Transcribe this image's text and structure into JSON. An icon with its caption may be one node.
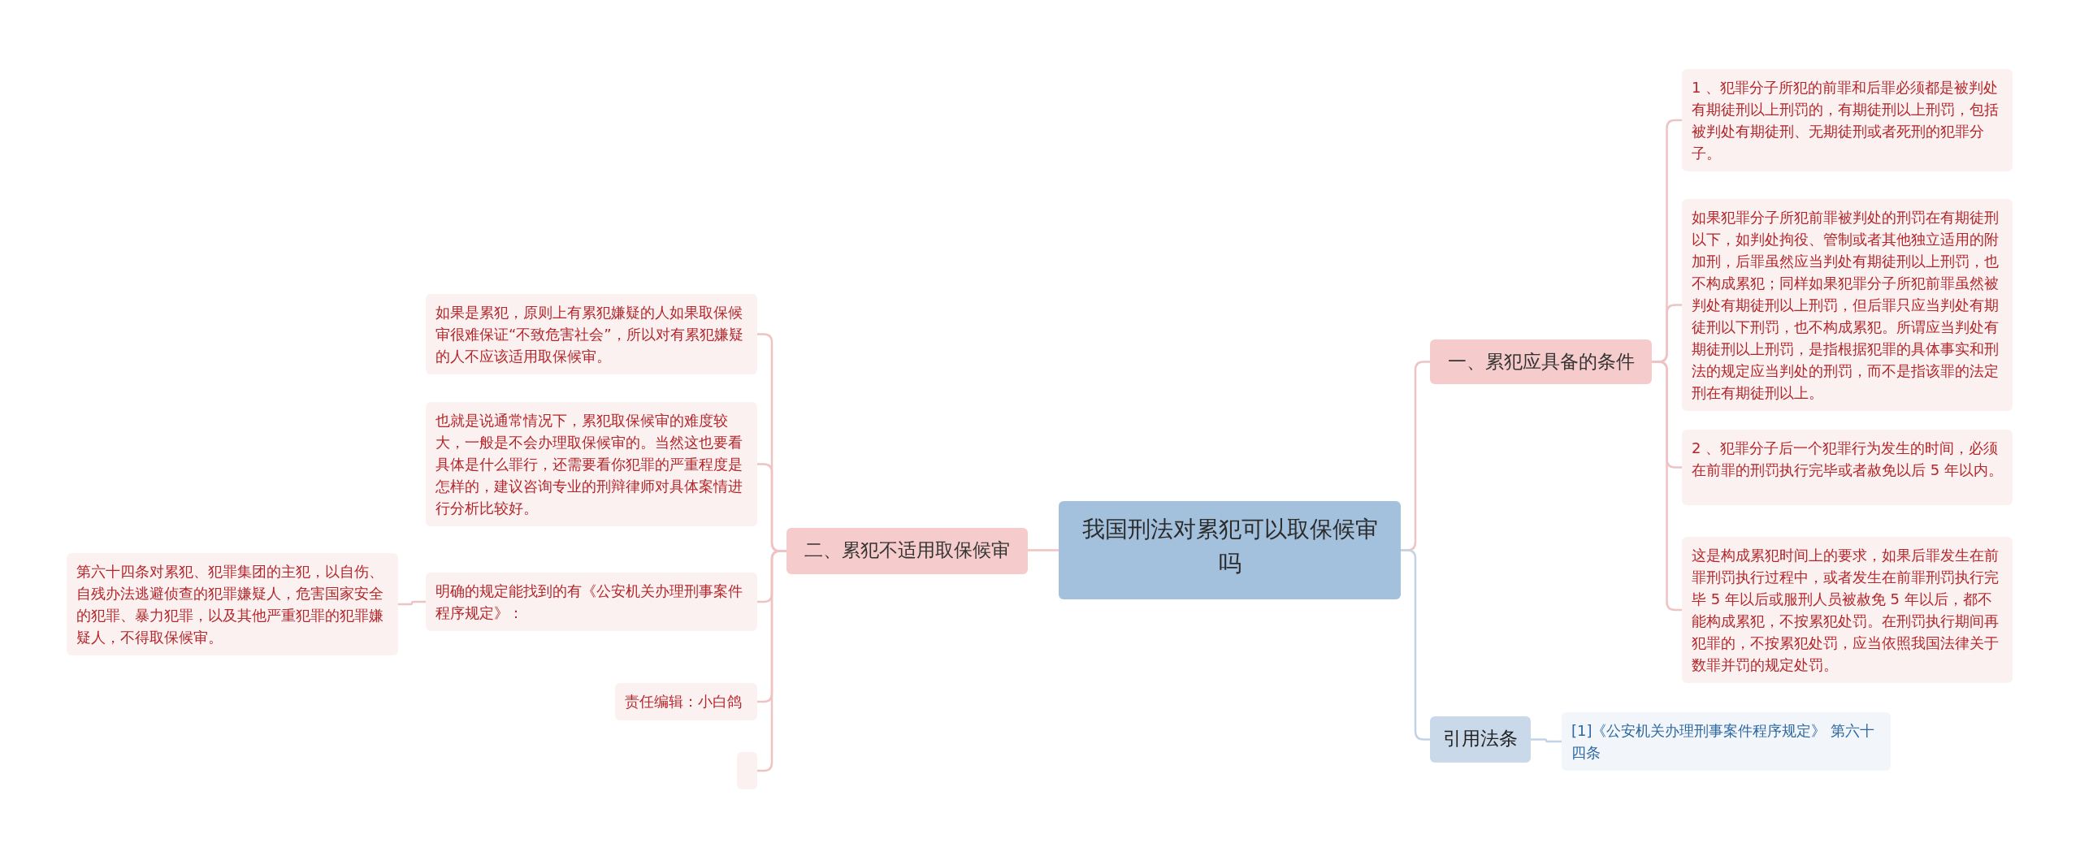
{
  "diagram": {
    "nodes": [
      {
        "text": [
          "我国刑法对累犯可以取保候审吗"
        ]
      },
      {
        "text": [
          "一、累犯应具备的条件"
        ]
      },
      {
        "text": [
          "1 、犯罪分子所犯的前罪和后罪必须都是被判处有期徒刑以上刑罚的，有期徒刑以上刑罚，包括被判处有期徒刑、无期徒刑或者死刑的犯罪分子。"
        ]
      },
      {
        "text": [
          "如果犯罪分子所犯前罪被判处的刑罚在有期徒刑以下，如判处拘役、管制或者其他独立适用的附加刑，后罪虽然应当判处有期徒刑以上刑罚，也不构成累犯；同样如果犯罪分子所犯前罪虽然被判处有期徒刑以上刑罚，但后罪只应当判处有期徒刑以下刑罚，也不构成累犯。所谓应当判处有期徒刑以上刑罚，是指根据犯罪的具体事实和刑法的规定应当判处的刑罚，而不是指该罪的法定刑在有期徒刑以上。"
        ]
      },
      {
        "text": [
          "2 、犯罪分子后一个犯罪行为发生的时间，必须在前罪的刑罚执行完毕或者赦免以后 5 年以内。"
        ]
      },
      {
        "text": [
          "这是构成累犯时间上的要求，如果后罪发生在前罪刑罚执行过程中，或者发生在前罪刑罚执行完毕 5 年以后或服刑人员被赦免 5 年以后，都不能构成累犯，不按累犯处罚。在刑罚执行期间再犯罪的，不按累犯处罚，应当依照我国法律关于数罪并罚的规定处罚。"
        ]
      },
      {
        "text": [
          "引用法条"
        ]
      },
      {
        "text": [
          "[1]《公安机关办理刑事案件程序规定》 第六十四条"
        ]
      },
      {
        "text": [
          "二、累犯不适用取保候审"
        ]
      },
      {
        "text": [
          "如果是累犯，原则上有累犯嫌疑的人如果取保候审很难保证“不致危害社会”，所以对有累犯嫌疑的人不应该适用取保候审。"
        ]
      },
      {
        "text": [
          "也就是说通常情况下，累犯取保候审的难度较大，一般是不会办理取保候审的。当然这也要看具体是什么罪行，还需要看你犯罪的严重程度是怎样的，建议咨询专业的刑辩律师对具体案情进行分析比较好。"
        ]
      },
      {
        "text": [
          "明确的规定能找到的有《公安机关办理刑事案件程序规定》："
        ]
      },
      {
        "text": [
          "第六十四条对累犯、犯罪集团的主犯，以自伤、自残办法逃避侦查的犯罪嫌疑人，危害国家安全的犯罪、暴力犯罪，以及其他严重犯罪的犯罪嫌疑人，不得取保候审。"
        ]
      },
      {
        "text": [
          "责任编辑：小白鸽"
        ]
      },
      {
        "text": [],
        "shape": "box"
      }
    ],
    "edges": [
      {
        "from": 0,
        "to": 1,
        "arrow": "none"
      },
      {
        "from": 1,
        "to": 2,
        "arrow": "none"
      },
      {
        "from": 1,
        "to": 3,
        "arrow": "none"
      },
      {
        "from": 1,
        "to": 4,
        "arrow": "none"
      },
      {
        "from": 1,
        "to": 5,
        "arrow": "none"
      },
      {
        "from": 0,
        "to": 6,
        "arrow": "none",
        "color": "#c3d3e6"
      },
      {
        "from": 6,
        "to": 7,
        "arrow": "none",
        "color": "#c3d3e6"
      },
      {
        "from": 0,
        "to": 8,
        "arrow": "none"
      },
      {
        "from": 8,
        "to": 9,
        "arrow": "none"
      },
      {
        "from": 8,
        "to": 10,
        "arrow": "none"
      },
      {
        "from": 8,
        "to": 11,
        "arrow": "none"
      },
      {
        "from": 11,
        "to": 12,
        "arrow": "none"
      },
      {
        "from": 8,
        "to": 13,
        "arrow": "none"
      },
      {
        "from": 8,
        "to": 14,
        "arrow": "none"
      }
    ]
  }
}
